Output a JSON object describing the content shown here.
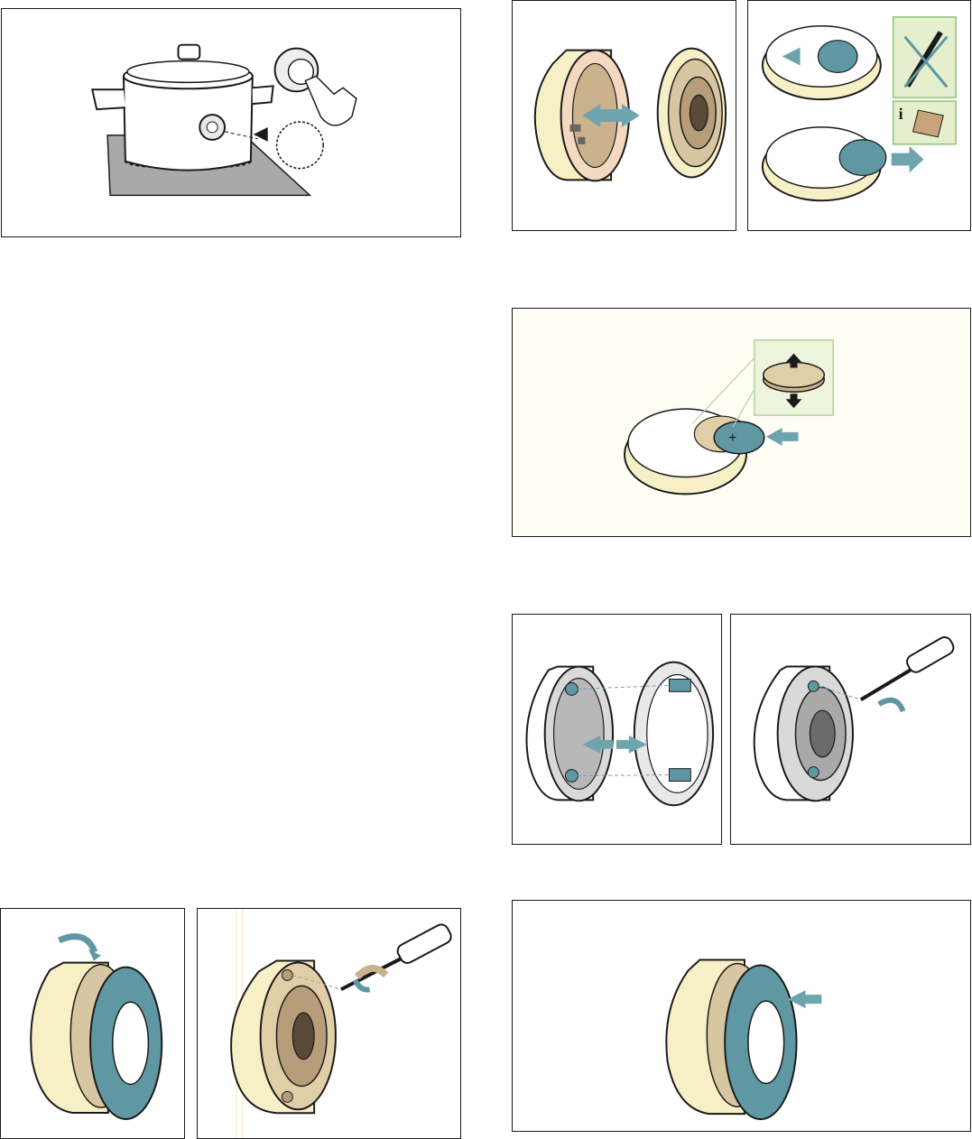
{
  "colors": {
    "cream": "#f7efc6",
    "beige": "#e0cfa6",
    "tan": "#b79d7a",
    "teal": "#5f98a3",
    "teal_light": "#78aeb9",
    "panel_bg": "#fffef4",
    "outline": "#1a1a1a",
    "info_box": "#e5efcd",
    "gray_surface": "#a9a9a9"
  },
  "figures": [
    {
      "id": "pot-on-hob",
      "icons": [
        "pot-icon",
        "sensor-icon",
        "hand-icon",
        "arrow-icon"
      ]
    },
    {
      "id": "sensor-separate",
      "icons": [
        "sensor-cover-icon",
        "sensor-base-icon",
        "double-arrow-icon"
      ]
    },
    {
      "id": "battery-remove",
      "icons": [
        "no-screwdriver-icon",
        "info-manual-icon",
        "battery-icon"
      ]
    },
    {
      "id": "battery-insert-polarity",
      "icons": [
        "battery-icon",
        "polarity-arrows-icon"
      ]
    },
    {
      "id": "sensor-reassemble",
      "icons": [
        "screws-icon",
        "double-arrow-icon"
      ]
    },
    {
      "id": "sensor-screw-tighten",
      "icons": [
        "screwdriver-icon",
        "rotate-arrow-icon"
      ]
    },
    {
      "id": "ring-rotate",
      "icons": [
        "sensor-ring-icon",
        "rotate-arrow-icon"
      ]
    },
    {
      "id": "screw-with-screwdriver",
      "icons": [
        "screwdriver-icon",
        "rotate-arrow-icon"
      ]
    },
    {
      "id": "ring-attach",
      "icons": [
        "sensor-ring-icon",
        "arrow-icon"
      ]
    }
  ]
}
